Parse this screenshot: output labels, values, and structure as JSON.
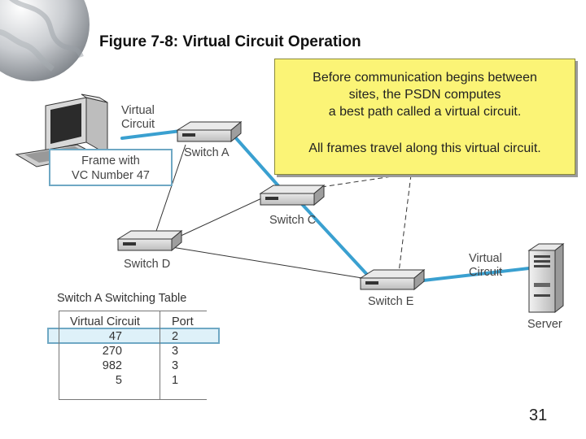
{
  "title": "Figure 7-8: Virtual Circuit Operation",
  "callout": {
    "line1": "Before communication begins between",
    "line2": "sites, the PSDN computes",
    "line3": "a best path called a virtual circuit.",
    "line4": "All frames travel along this virtual circuit."
  },
  "labels": {
    "virtual_circuit_left_1": "Virtual",
    "virtual_circuit_left_2": "Circuit",
    "virtual_circuit_right_1": "Virtual",
    "virtual_circuit_right_2": "Circuit",
    "frame_1": "Frame with",
    "frame_2": "VC Number 47",
    "switch_a": "Switch A",
    "switch_c": "Switch C",
    "switch_d": "Switch D",
    "switch_e": "Switch E",
    "server": "Server"
  },
  "table": {
    "title": "Switch A Switching Table",
    "headers": [
      "Virtual Circuit",
      "Port"
    ],
    "rows": [
      [
        "47",
        "2"
      ],
      [
        "270",
        "3"
      ],
      [
        "982",
        "3"
      ],
      [
        "5",
        "1"
      ]
    ]
  },
  "page_number": "31",
  "colors": {
    "callout_bg": "#fbf476",
    "highlight_border": "#6fa8c4",
    "virtual_circuit_line": "#3aa0d0"
  }
}
